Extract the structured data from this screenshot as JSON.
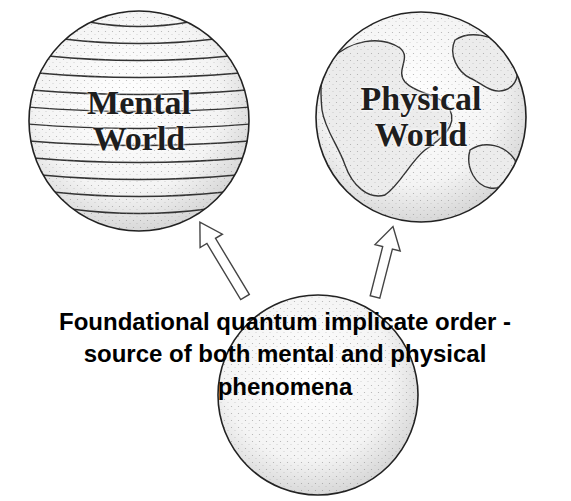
{
  "diagram": {
    "nodes": [
      {
        "text": [
          "Mental World"
        ]
      },
      {
        "text": [
          "Physical World"
        ]
      },
      {
        "text": [
          "Foundational quantum implicate order - source of both mental and physical phenomena"
        ]
      }
    ],
    "edges": [
      {
        "from": 2,
        "to": 0,
        "arrow": "to"
      },
      {
        "from": 2,
        "to": 1,
        "arrow": "to"
      }
    ]
  }
}
